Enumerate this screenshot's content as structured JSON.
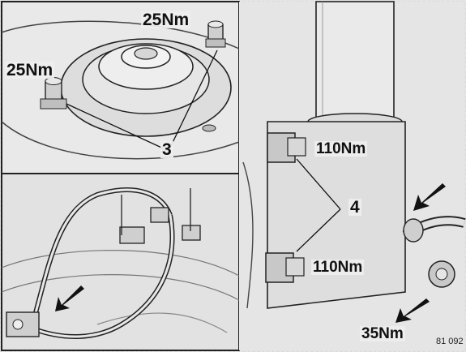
{
  "labels": {
    "top_right_torque": "25Nm",
    "top_left_torque": "25Nm",
    "callout_3": "3",
    "upper_bolt_torque": "110Nm",
    "lower_bolt_torque": "110Nm",
    "callout_4": "4",
    "sensor_bolt_torque": "35Nm",
    "figure_code": "81 092"
  }
}
